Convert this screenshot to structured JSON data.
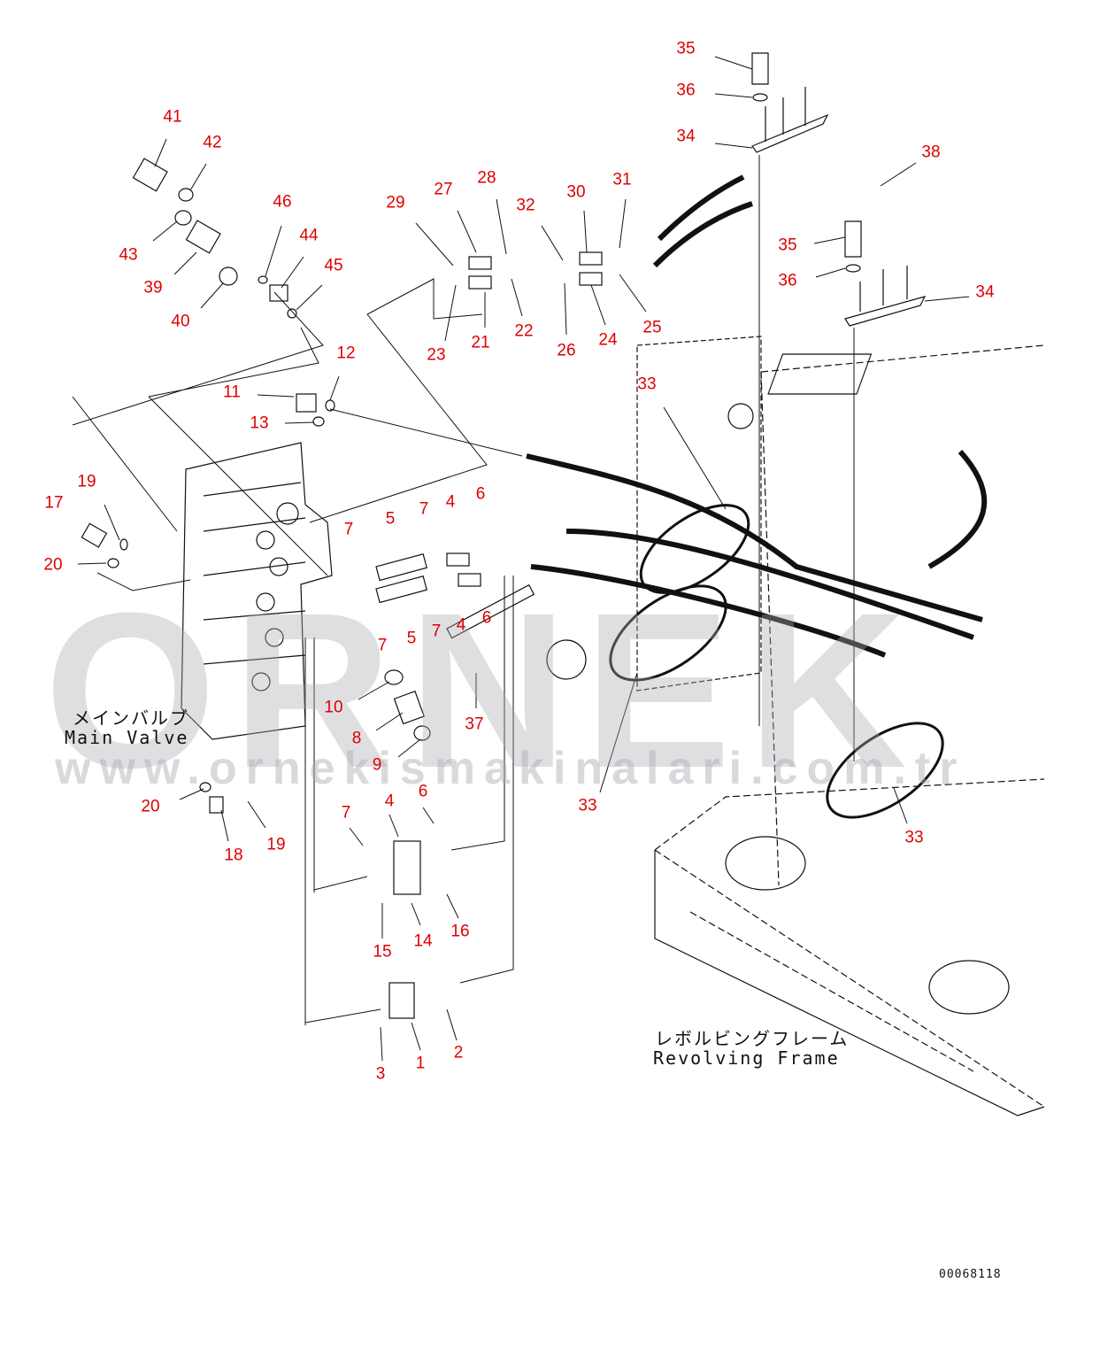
{
  "diagram": {
    "callouts": [
      "35",
      "36",
      "34",
      "38",
      "35",
      "36",
      "34",
      "41",
      "42",
      "43",
      "39",
      "40",
      "46",
      "44",
      "45",
      "29",
      "27",
      "28",
      "32",
      "30",
      "31",
      "23",
      "21",
      "22",
      "26",
      "24",
      "25",
      "12",
      "11",
      "13",
      "33",
      "19",
      "17",
      "20",
      "7",
      "5",
      "7",
      "4",
      "6",
      "7",
      "5",
      "7",
      "4",
      "6",
      "10",
      "8",
      "37",
      "9",
      "33",
      "33",
      "20",
      "6",
      "7",
      "4",
      "18",
      "19",
      "16",
      "14",
      "15",
      "1",
      "2",
      "3"
    ],
    "captions": {
      "main_valve_jp": "メインバルブ",
      "main_valve_en": "Main Valve",
      "frame_jp": "レボルビングフレーム",
      "frame_en": "Revolving Frame"
    },
    "drawing_number": "00068118",
    "watermark": {
      "logo": "ORNEK",
      "url": "www.ornekismakinalari.com.tr"
    },
    "colors": {
      "callout": "#e00000",
      "line": "#111111",
      "watermark": "#aaaab4",
      "logo_accent": "#f0c020"
    }
  }
}
